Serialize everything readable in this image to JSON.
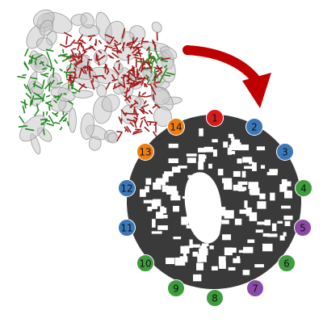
{
  "colors": {
    "red": "#d81b1b",
    "blue": "#3a78b8",
    "green": "#3e9c3e",
    "purple": "#8b4aa6",
    "orange": "#ee7d0d",
    "arrow": "#c00000",
    "matrix": "#3a3a3a",
    "protein_gray": "#c9c9c9",
    "ligand_red": "#a01818",
    "ligand_green": "#1f8a1f"
  },
  "nodes": [
    {
      "label": "1",
      "color": "red"
    },
    {
      "label": "2",
      "color": "blue"
    },
    {
      "label": "3",
      "color": "blue"
    },
    {
      "label": "4",
      "color": "green"
    },
    {
      "label": "5",
      "color": "purple"
    },
    {
      "label": "6",
      "color": "green"
    },
    {
      "label": "7",
      "color": "purple"
    },
    {
      "label": "8",
      "color": "green"
    },
    {
      "label": "9",
      "color": "green"
    },
    {
      "label": "10",
      "color": "green"
    },
    {
      "label": "11",
      "color": "blue"
    },
    {
      "label": "12",
      "color": "blue"
    },
    {
      "label": "13",
      "color": "orange"
    },
    {
      "label": "14",
      "color": "orange"
    }
  ]
}
